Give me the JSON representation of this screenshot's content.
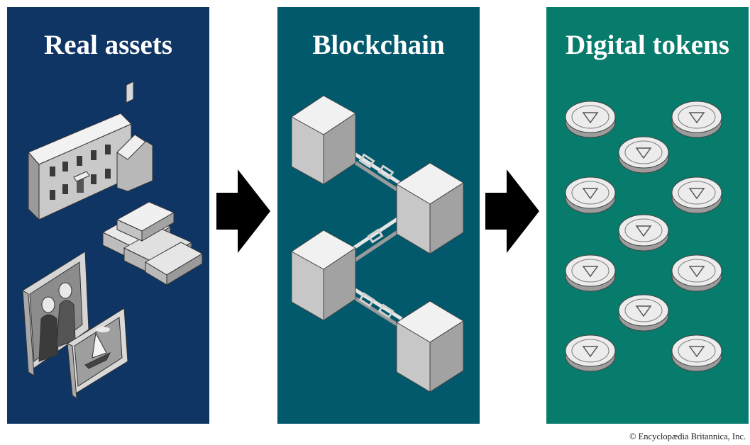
{
  "panels": [
    {
      "title": "Real assets",
      "color": "#0f3565"
    },
    {
      "title": "Blockchain",
      "color": "#02596b"
    },
    {
      "title": "Digital tokens",
      "color": "#077b6c"
    }
  ],
  "arrow_color": "#000000",
  "credit": "© Encyclopædia Britannica, Inc.",
  "illustrations": {
    "real_assets": [
      "house-icon",
      "gold-bars-icon",
      "portrait-painting-icon",
      "sailboat-painting-icon"
    ],
    "blockchain": [
      "block-icon",
      "chain-link-icon"
    ],
    "digital_tokens": [
      "token-coin-icon"
    ]
  }
}
